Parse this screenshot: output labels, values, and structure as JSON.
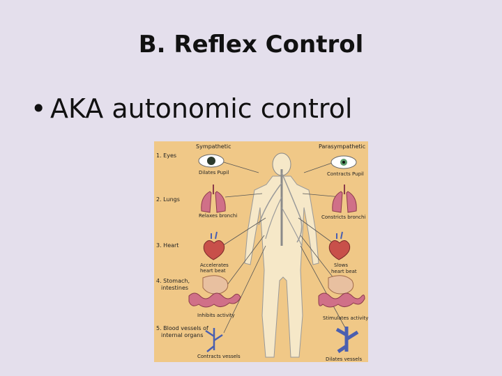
{
  "slide": {
    "title": "B. Reflex Control",
    "bullet": "AKA autonomic control"
  },
  "figure": {
    "header_left": "Sympathetic",
    "header_right": "Parasympathetic",
    "organs": [
      {
        "label": "1. Eyes",
        "sympathetic": "Dilates Pupil",
        "parasympathetic": "Contracts Pupil"
      },
      {
        "label": "2. Lungs",
        "sympathetic": "Relaxes bronchi",
        "parasympathetic": "Constricts bronchi"
      },
      {
        "label": "3. Heart",
        "sympathetic_line1": "Accelerates",
        "sympathetic_line2": "heart beat",
        "parasympathetic_line1": "Slows",
        "parasympathetic_line2": "heart beat"
      },
      {
        "label_line1": "4. Stomach,",
        "label_line2": "intestines",
        "sympathetic": "Inhibits activity",
        "parasympathetic": "Stimulates activity"
      },
      {
        "label_line1": "5. Blood vessels of",
        "label_line2": "internal organs",
        "sympathetic": "Contracts vessels",
        "parasympathetic": "Dilates vessels"
      }
    ]
  },
  "colors": {
    "background": "#e4dfec",
    "figure_bg": "#f0c887",
    "body_fill": "#f6e8c8",
    "organ_red": "#c8504a",
    "vessel_blue": "#4a5fb0"
  }
}
